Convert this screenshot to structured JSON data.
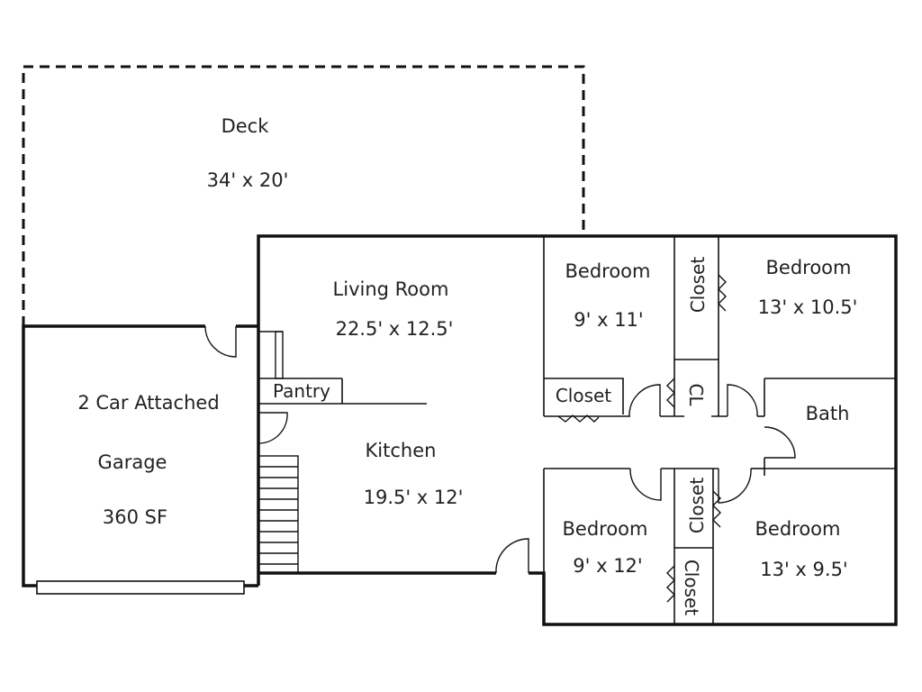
{
  "rooms": {
    "deck": {
      "name": "Deck",
      "size": "34' x 20'"
    },
    "living": {
      "name": "Living Room",
      "size": "22.5' x 12.5'"
    },
    "kitchen": {
      "name": "Kitchen",
      "size": "19.5' x 12'"
    },
    "garage": {
      "line1": "2 Car Attached",
      "line2": "Garage",
      "size": "360 SF"
    },
    "pantry": {
      "name": "Pantry"
    },
    "bedroom_nw": {
      "name": "Bedroom",
      "size": "9' x 11'"
    },
    "bedroom_ne": {
      "name": "Bedroom",
      "size": "13' x 10.5'"
    },
    "bedroom_sw": {
      "name": "Bedroom",
      "size": "9' x 12'"
    },
    "bedroom_se": {
      "name": "Bedroom",
      "size": "13' x 9.5'"
    },
    "bath": {
      "name": "Bath"
    },
    "closet_nw": {
      "name": "Closet"
    },
    "closet_top": {
      "name": "Closet"
    },
    "closet_cl": {
      "name": "CL"
    },
    "closet_mid": {
      "name": "Closet"
    },
    "closet_bottom": {
      "name": "Closet"
    }
  }
}
